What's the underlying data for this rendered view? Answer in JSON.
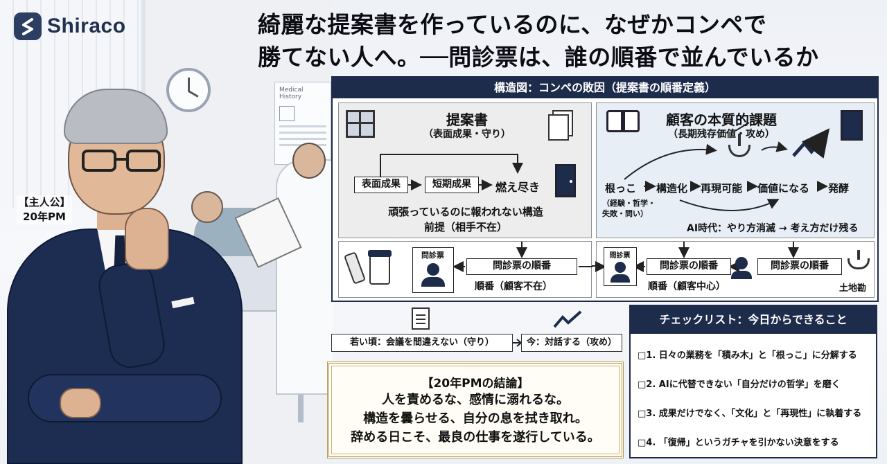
{
  "brand": {
    "name": "Shiraco"
  },
  "character": {
    "label_line1": "【主人公】",
    "label_line2": "20年PM"
  },
  "scene": {
    "poster_text": "Medical History"
  },
  "title": {
    "line1": "綺麗な提案書を作っているのに、なぜかコンペで",
    "line2": "勝てない人へ。──問診票は、誰の順番で並んでいるか"
  },
  "diagram": {
    "header": "構造図：コンペの敗因（提案書の順番定義）",
    "left": {
      "title": "提案書",
      "subtitle": "（表面成果・守り）",
      "flow": [
        "表面成果",
        "短期成果",
        "燃え尽き"
      ],
      "caption1": "頑張っているのに報われない構造",
      "caption2": "前提（相手不在）",
      "form_label": "問診票",
      "order_box": "問診票の順番",
      "order_caption": "順番（顧客不在）"
    },
    "right": {
      "title": "顧客の本質的課題",
      "subtitle": "（長期残存価値・攻め）",
      "flow": [
        "根っこ",
        "構造化",
        "再現可能",
        "価値になる",
        "発酵"
      ],
      "roots_note_line1": "（経験・哲学・",
      "roots_note_line2": "失敗・問い）",
      "ai_caption": "AI時代：やり方消滅 → 考え方だけ残る",
      "form_label": "問診票",
      "order_box1": "問診票の順番",
      "order_box2": "問診票の順番",
      "order_caption": "順番（顧客中心）",
      "soil_label": "土地勘"
    }
  },
  "shift": {
    "young": "若い頃：会議を間違えない（守り）",
    "now": "今：対話する（攻め）"
  },
  "conclusion": {
    "title": "【20年PMの結論】",
    "lines": [
      "人を責めるな、感情に溺れるな。",
      "構造を曇らせる、自分の息を拭き取れ。",
      "辞める日こそ、最良の仕事を遂行している。"
    ]
  },
  "checklist": {
    "header": "チェックリスト：今日からできること",
    "items": [
      "□1. 日々の業務を「積み木」と「根っこ」に分解する",
      "□2. AIに代替できない「自分だけの哲学」を磨く",
      "□3. 成果だけでなく、「文化」と「再現性」に執着する",
      "□4. 「復帰」というガチャを引かない決意をする"
    ]
  },
  "colors": {
    "navy": "#1e2c4c",
    "gold": "#b59a54",
    "panel_grey": "#ededee",
    "panel_blue": "#e8eef6"
  }
}
